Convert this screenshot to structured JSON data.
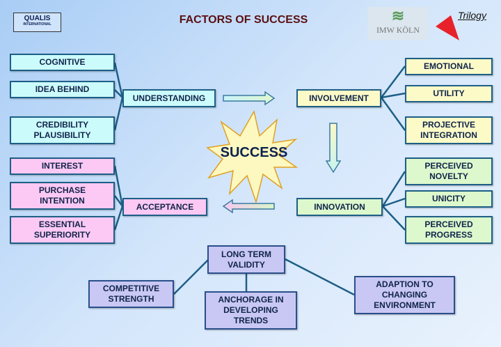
{
  "title": "FACTORS OF SUCCESS",
  "logos": {
    "qualis_top": "QUALIS",
    "qualis_bottom": "INTERNATIONAL",
    "imw": "IMW KÖLN",
    "trilogy": "Trilogy"
  },
  "center": "SUCCESS",
  "understanding": {
    "label": "UNDERSTANDING",
    "items": [
      "COGNITIVE",
      "IDEA BEHIND",
      "CREDIBILITY\nPLAUSIBILITY"
    ]
  },
  "involvement": {
    "label": "INVOLVEMENT",
    "items": [
      "EMOTIONAL",
      "UTILITY",
      "PROJECTIVE\nINTEGRATION"
    ]
  },
  "innovation": {
    "label": "INNOVATION",
    "items": [
      "PERCEIVED\nNOVELTY",
      "UNICITY",
      "PERCEIVED\nPROGRESS"
    ]
  },
  "acceptance": {
    "label": "ACCEPTANCE",
    "items": [
      "INTEREST",
      "PURCHASE\nINTENTION",
      "ESSENTIAL\nSUPERIORITY"
    ]
  },
  "validity": {
    "label": "LONG TERM\nVALIDITY",
    "items": [
      "COMPETITIVE\nSTRENGTH",
      "ANCHORAGE IN\nDEVELOPING\nTRENDS",
      "ADAPTION TO\nCHANGING\nENVIRONMENT"
    ]
  }
}
